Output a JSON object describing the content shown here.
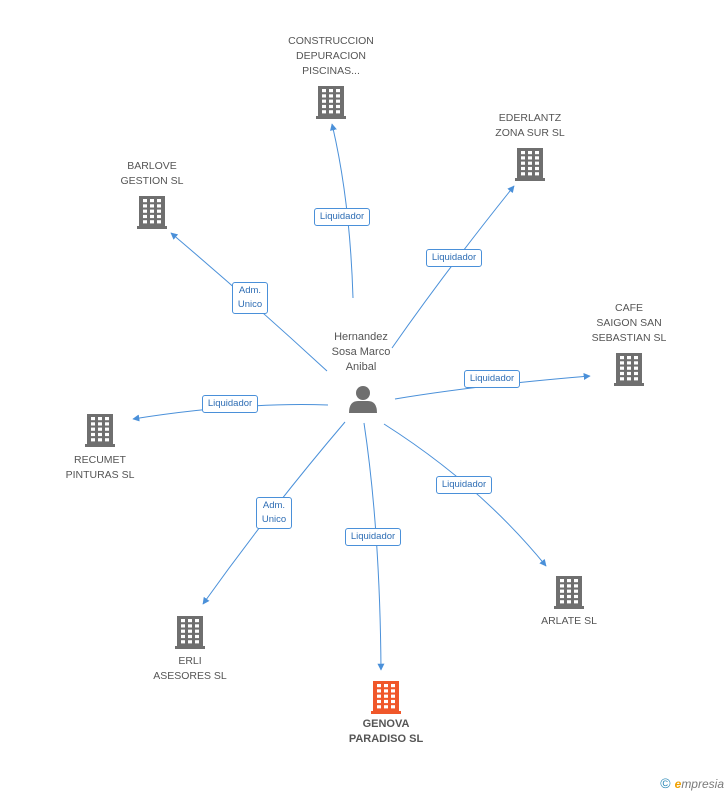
{
  "center": {
    "name": "Hernandez\nSosa Marco\nAnibal",
    "icon": "person-icon"
  },
  "companies": [
    {
      "id": "construccion",
      "name": "CONSTRUCCION\nDEPURACION\nPISCINAS...",
      "icon": "building-icon"
    },
    {
      "id": "ederlantz",
      "name": "EDERLANTZ\nZONA SUR SL",
      "icon": "building-icon"
    },
    {
      "id": "barlove",
      "name": "BARLOVE\nGESTION SL",
      "icon": "building-icon"
    },
    {
      "id": "cafe",
      "name": "CAFE\nSAIGON SAN\nSEBASTIAN SL",
      "icon": "building-icon"
    },
    {
      "id": "recumet",
      "name": "RECUMET\nPINTURAS SL",
      "icon": "building-icon"
    },
    {
      "id": "arlate",
      "name": "ARLATE  SL",
      "icon": "building-icon"
    },
    {
      "id": "erli",
      "name": "ERLI\nASESORES SL",
      "icon": "building-icon"
    },
    {
      "id": "genova",
      "name": "GENOVA\nPARADISO SL",
      "icon": "building-icon",
      "highlight": true
    }
  ],
  "relations": [
    {
      "to": "construccion",
      "label": "Liquidador"
    },
    {
      "to": "ederlantz",
      "label": "Liquidador"
    },
    {
      "to": "barlove",
      "label": "Adm.\nUnico"
    },
    {
      "to": "cafe",
      "label": "Liquidador"
    },
    {
      "to": "recumet",
      "label": "Liquidador"
    },
    {
      "to": "arlate",
      "label": "Liquidador"
    },
    {
      "to": "erli",
      "label": "Adm.\nUnico"
    },
    {
      "to": "genova",
      "label": "Liquidador"
    }
  ],
  "colors": {
    "edge": "#4a90d9",
    "building": "#6f6f6f",
    "building_highlight": "#f0572a",
    "person": "#6f6f6f"
  },
  "brand": {
    "copyright": "©",
    "e": "e",
    "rest": "mpresia"
  }
}
